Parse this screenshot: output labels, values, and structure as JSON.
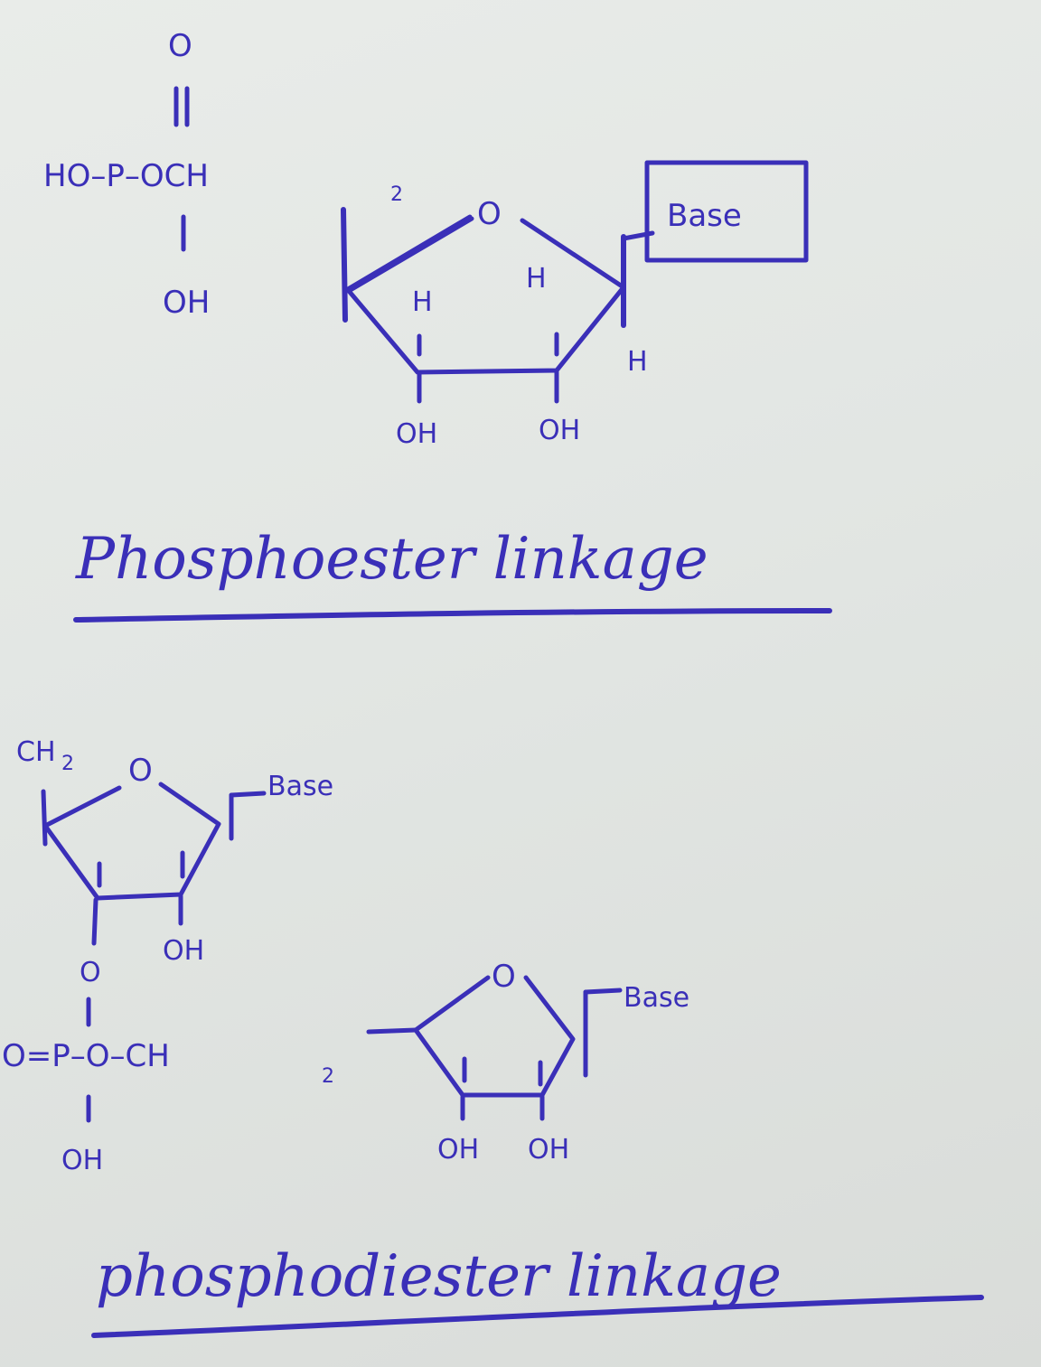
{
  "top_structure": {
    "phosphate_top_o": "O",
    "phosphate_left": "HO–P–OCH",
    "subscript_2": "2",
    "phosphate_bottom_oh": "OH",
    "ring_o": "O",
    "base": "Base",
    "h_left": "H",
    "h_mid": "H",
    "h_right": "H",
    "oh_left": "OH",
    "oh_right": "OH"
  },
  "caption_top": "Phosphoester linkage",
  "bottom_structure": {
    "upper_ch2": "CH",
    "upper_ch2_sub": "2",
    "upper_ring_o": "O",
    "upper_base": "Base",
    "upper_oh": "OH",
    "linker_o": "O",
    "phosphate_row": "O=P–O–CH",
    "phosphate_row_sub": "2",
    "phosphate_bottom_oh": "OH",
    "lower_ring_o": "O",
    "lower_base": "Base",
    "lower_oh_left": "OH",
    "lower_oh_right": "OH"
  },
  "caption_bottom": "phosphodiester linkage",
  "colors": {
    "ink": "#3a2fb8",
    "paper": "#e5e8e5"
  }
}
